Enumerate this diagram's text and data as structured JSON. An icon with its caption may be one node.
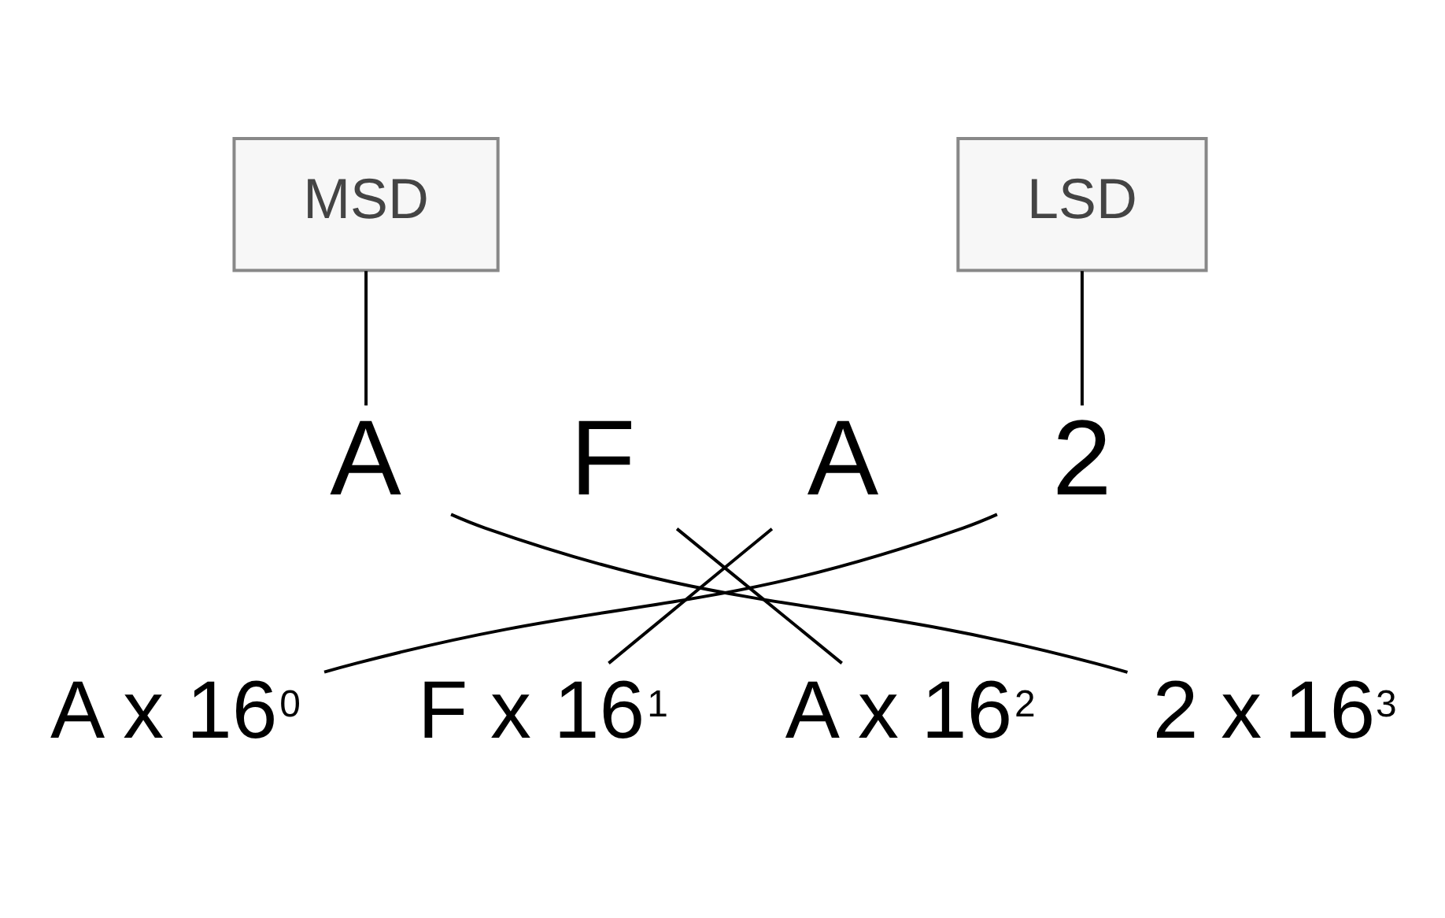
{
  "diagram": {
    "nodes": [
      {
        "text": [
          "MSD"
        ]
      },
      {
        "text": [
          "LSD"
        ]
      },
      {
        "text": [
          "A"
        ]
      },
      {
        "text": [
          "F"
        ]
      },
      {
        "text": [
          "A"
        ]
      },
      {
        "text": [
          "2"
        ]
      },
      {
        "text": [
          "A x 16$^{0}$"
        ]
      },
      {
        "text": [
          "F x 16$^{1}$"
        ]
      },
      {
        "text": [
          "A x 16$^{2}$"
        ]
      },
      {
        "text": [
          "2 x 16$^{3}$"
        ]
      }
    ],
    "edges": [
      {
        "from": 0,
        "to": 2,
        "arrow": "none"
      },
      {
        "from": 1,
        "to": 5,
        "arrow": "none"
      },
      {
        "from": 5,
        "to": 6,
        "arrow": "none"
      },
      {
        "from": 4,
        "to": 7,
        "arrow": "none"
      },
      {
        "from": 3,
        "to": 8,
        "arrow": "none"
      },
      {
        "from": 2,
        "to": 9,
        "arrow": "none"
      }
    ]
  }
}
